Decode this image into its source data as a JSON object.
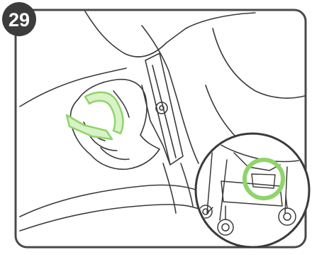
{
  "step": {
    "number": "29"
  },
  "colors": {
    "outline": "#3a3a3a",
    "frame_border": "#4a4a4a",
    "badge_fill": "#3c3c3c",
    "highlight": "#8fd46a",
    "highlight_fill": "#d9f2c6",
    "background": "#ffffff"
  },
  "icons": {
    "badge": "step-number-badge",
    "inset": "magnified-stroller-inset",
    "highlight": "green-circle-callout"
  }
}
